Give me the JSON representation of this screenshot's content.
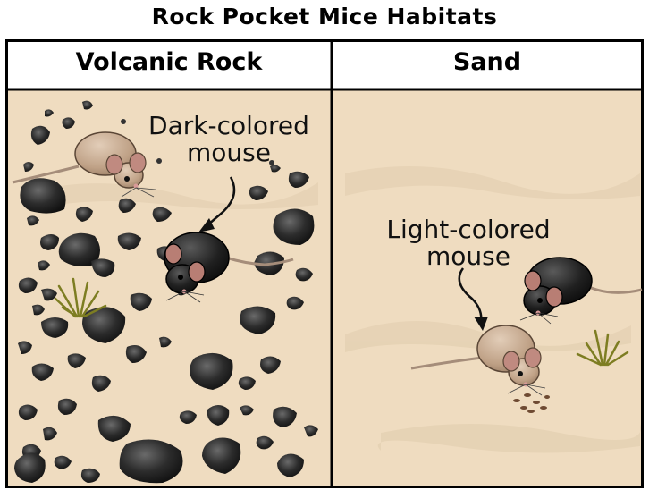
{
  "title": "Rock Pocket Mice Habitats",
  "columns": [
    {
      "header": "Volcanic Rock",
      "label_line1": "Dark-colored",
      "label_line2": "mouse"
    },
    {
      "header": "Sand",
      "label_line1": "Light-colored",
      "label_line2": "mouse"
    }
  ],
  "colors": {
    "background_sand": "#efdcc0",
    "rock": "#2a2a2a",
    "dark_mouse": "#1e1e1e",
    "light_mouse": "#c9ad95",
    "mouse_ears": "#c08a80",
    "grass": "#8a8a28",
    "border": "#000000"
  }
}
